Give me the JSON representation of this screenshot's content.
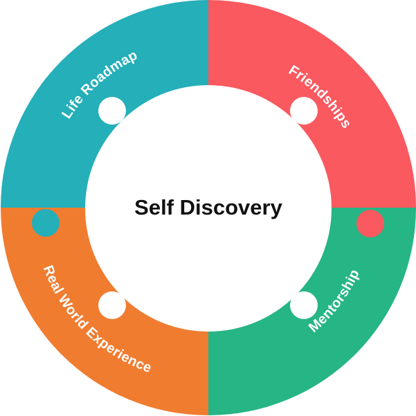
{
  "center": {
    "title": "Self Discovery"
  },
  "segments": [
    {
      "label": "Friendships",
      "color": "#F9595F"
    },
    {
      "label": "Mentorship",
      "color": "#26B585"
    },
    {
      "label": "Real World Experience",
      "color": "#F07C30"
    },
    {
      "label": "Life Roadmap",
      "color": "#24AFB9"
    }
  ],
  "background": "#FFFFFF"
}
